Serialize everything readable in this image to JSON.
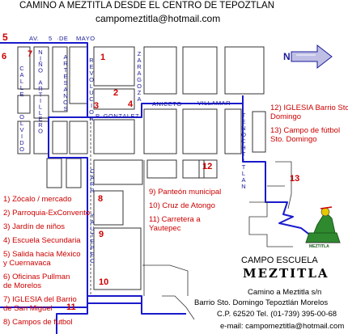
{
  "title": "CAMINO A MEZTITLA DESDE EL CENTRO DE TEPOZTLAN",
  "contact_email_top": "campomeztitla@hotmail.com",
  "streets": {
    "av5mayo_1": "AV.",
    "av5mayo_2": "5",
    "av5mayo_3": "·DE",
    "av5mayo_4": "MAYO",
    "calle_olvido_1": "CALLE",
    "calle_olvido_2": "OLVIDO",
    "nino_artillero": "NIÑO ARTILLERO",
    "artesanos": "ARTESANOS",
    "revolucion": "REVOLUCION",
    "zaragoza": "ZARAGOZA",
    "aniceto": "ANICETO",
    "villamar": "VILLAMAR",
    "p_gonzalez": "P. GONZALEZ",
    "tenochtitlan": "TENOCHTITLAN",
    "carr": "CARR",
    "yautepec": "YAUTEPEC"
  },
  "map_numbers": {
    "n1": "1",
    "n2": "2",
    "n3": "3",
    "n4": "4",
    "n5": "5",
    "n6": "6",
    "n7": "7",
    "n8": "8",
    "n9": "9",
    "n10": "10",
    "n11": "11",
    "n12": "12",
    "n13": "13"
  },
  "compass_label": "N",
  "legend_left": [
    "1)  Zócalo / mercado",
    "2) Parroquia-ExConvento",
    "3) Jardín de niños",
    "4) Escuela Secundaria",
    "5) Salida hacia México",
    "    y  Cuernavaca",
    "6) Oficinas Pullman",
    "    de Morelos",
    "7) IGLESIA del Barrio",
    "    de San Miguel",
    "8) Campos de futbol"
  ],
  "legend_middle": [
    "9) Panteón municipal",
    "10) Cruz de Atongo",
    "11) Carretera a",
    "      Yautepec"
  ],
  "legend_right": [
    "12) IGLESIA Barrio Sto.",
    "      Domingo",
    "13) Campo de fútbol",
    "      Sto. Domingo"
  ],
  "school": {
    "label": "CAMPO ESCUELA",
    "brand": "MEZTITLA",
    "logo_text": "MEZTITLA",
    "address": [
      "Camino a Meztitla s/n",
      "Barrio Sto. Domingo Tepoztlán Morelos",
      "C.P. 62520 Tel. (01-739) 395-00-68",
      "e-mail: campomeztitla@hotmail.com"
    ]
  },
  "colors": {
    "route": "#1a1acc",
    "labels": "#cc0000",
    "streets": "#1a1a99",
    "blocks": "#333333"
  }
}
